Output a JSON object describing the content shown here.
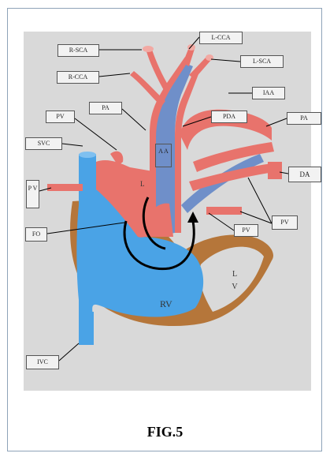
{
  "caption": "FIG.5",
  "labels": {
    "rsca": "R-SCA",
    "rcca": "R-CCA",
    "lcca": "L-CCA",
    "lsca": "L-SCA",
    "iaa": "IAA",
    "pa_top": "PA",
    "pda": "PDA",
    "pa_right": "PA",
    "pv_left": "PV",
    "svc": "SVC",
    "pv_vertical": "P V",
    "da": "DA",
    "fo": "FO",
    "pv_mid": "PV",
    "pv_right": "PV",
    "ivc": "IVC",
    "aa": "A A",
    "la": "L",
    "rv": "RV",
    "lv": "L V"
  },
  "colors": {
    "background_panel": "#d9d9d9",
    "venous_blue": "#4aa3e6",
    "arterial_red": "#e8736c",
    "myocardium_brown": "#b5763a",
    "flow_arrow": "#000000"
  }
}
